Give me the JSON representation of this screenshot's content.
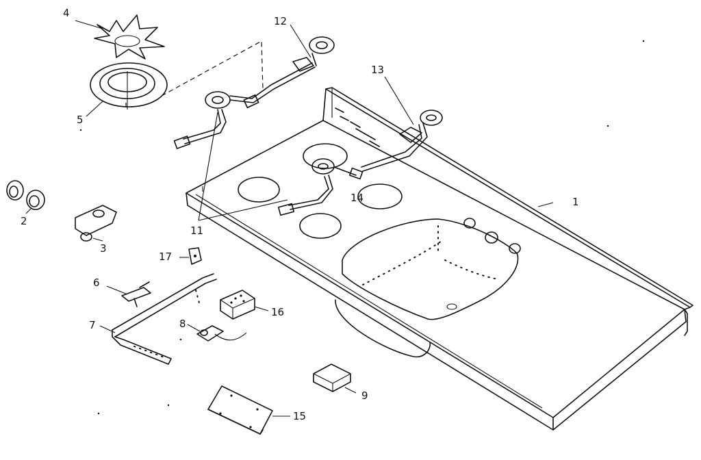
{
  "callouts": [
    {
      "id": "1",
      "label": "1"
    },
    {
      "id": "2",
      "label": "2"
    },
    {
      "id": "3",
      "label": "3"
    },
    {
      "id": "4",
      "label": "4"
    },
    {
      "id": "5",
      "label": "5"
    },
    {
      "id": "6",
      "label": "6"
    },
    {
      "id": "7",
      "label": "7"
    },
    {
      "id": "8",
      "label": "8"
    },
    {
      "id": "9",
      "label": "9"
    },
    {
      "id": "11",
      "label": "11"
    },
    {
      "id": "12",
      "label": "12"
    },
    {
      "id": "13",
      "label": "13"
    },
    {
      "id": "14",
      "label": "14"
    },
    {
      "id": "15",
      "label": "15"
    },
    {
      "id": "16",
      "label": "16"
    },
    {
      "id": "17",
      "label": "17"
    }
  ]
}
